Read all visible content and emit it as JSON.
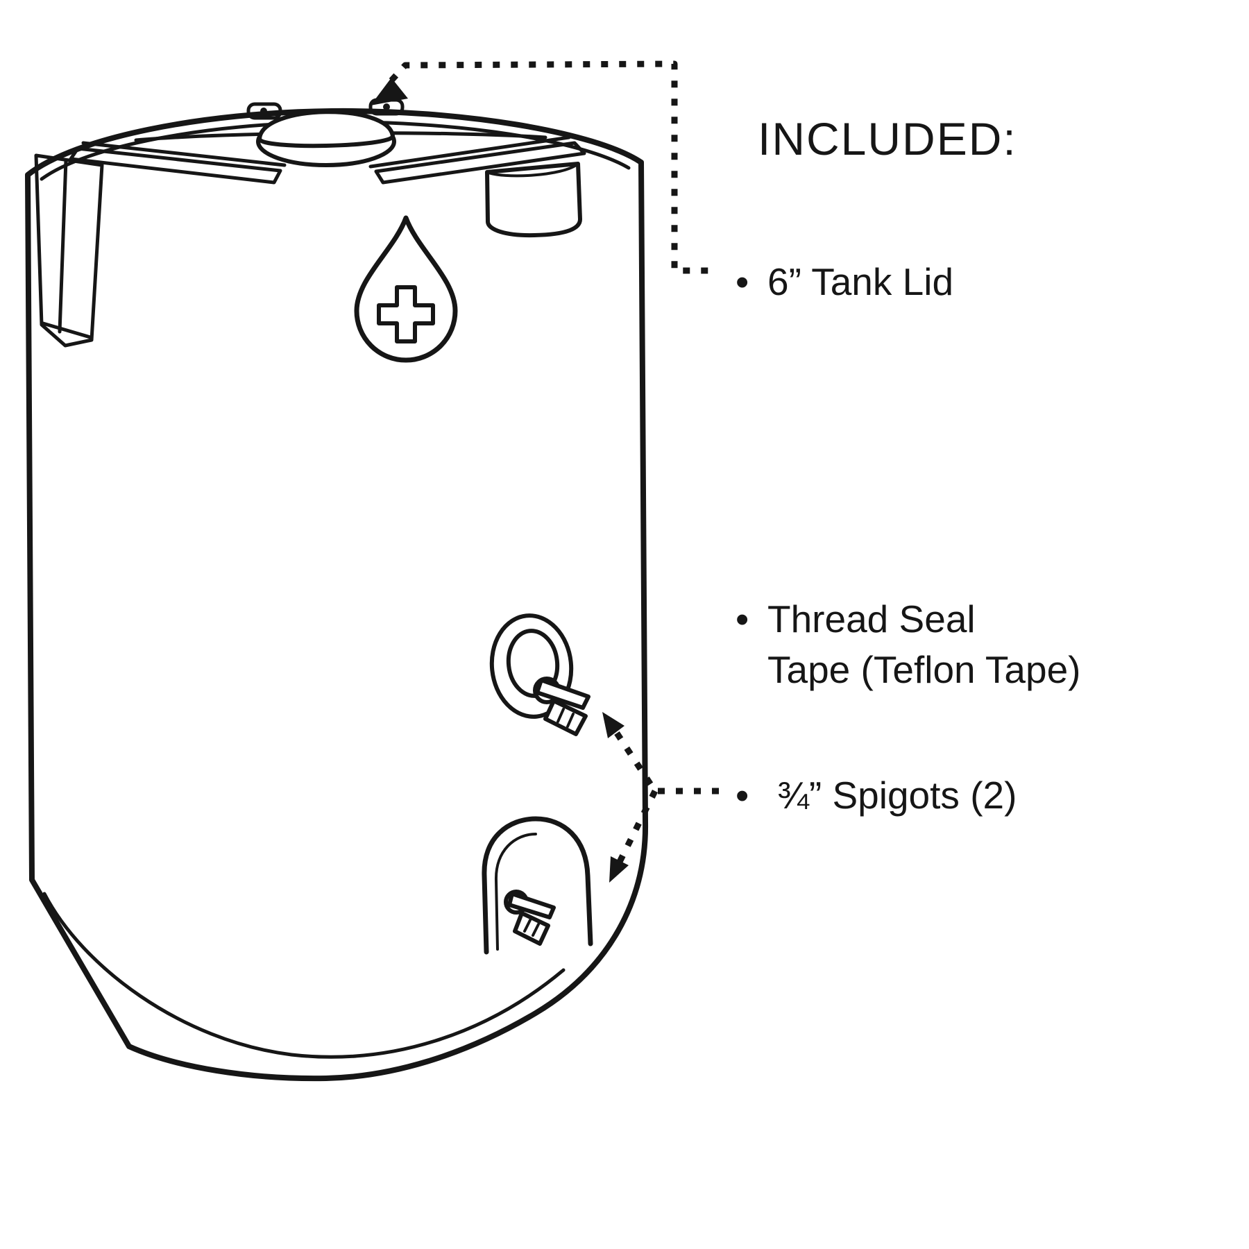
{
  "page": {
    "background": "#ffffff",
    "line_color": "#161616"
  },
  "legend": {
    "title": "INCLUDED:",
    "bullet": "•",
    "items": [
      {
        "id": "tank-lid",
        "lines": [
          "6” Tank Lid"
        ]
      },
      {
        "id": "thread-seal-tape",
        "lines": [
          "Thread Seal",
          "Tape (Teflon Tape)"
        ]
      },
      {
        "id": "spigots",
        "lines": [
          "¾” Spigots (2)"
        ]
      }
    ]
  },
  "drawing": {
    "subject": "water storage tank line drawing",
    "parts": [
      "tank-body",
      "tank-lid",
      "vent-cup",
      "side-channel-handle",
      "water-drop-medical-icon",
      "upper-spigot",
      "lower-spigot"
    ]
  }
}
